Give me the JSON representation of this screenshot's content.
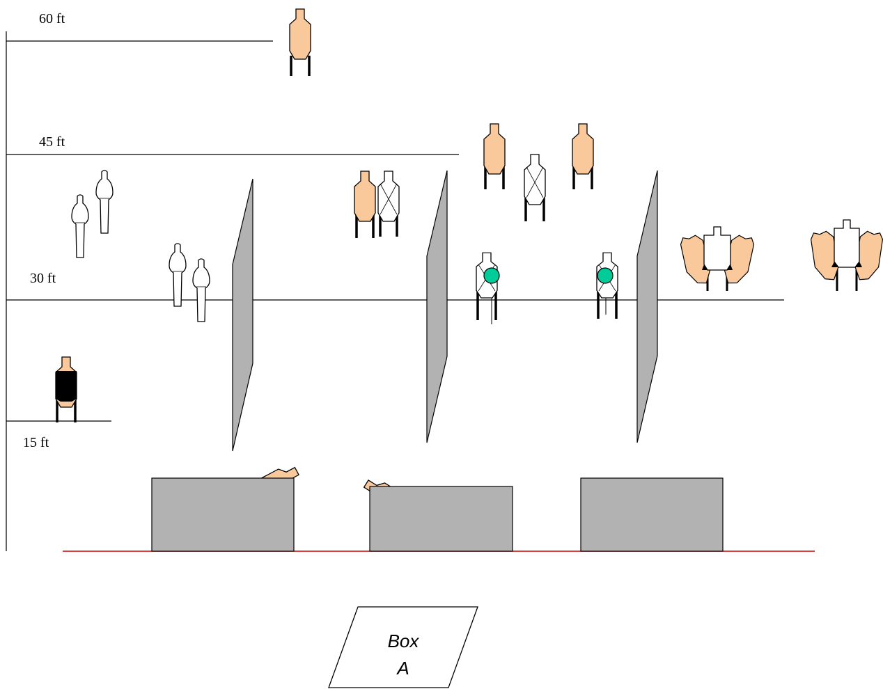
{
  "distances": {
    "d60": "60 ft",
    "d45": "45 ft",
    "d30": "30 ft",
    "d15": "15 ft"
  },
  "start_box": {
    "line1": "Box",
    "line2": "A"
  },
  "colors": {
    "paper_target": "#f9c89b",
    "no_shoot": "#ffffff",
    "hard_cover": "#000000",
    "wall": "#b2b2b2",
    "steel_popper": "#00cc99",
    "fault_line": "#cc0000",
    "outline": "#000000"
  }
}
